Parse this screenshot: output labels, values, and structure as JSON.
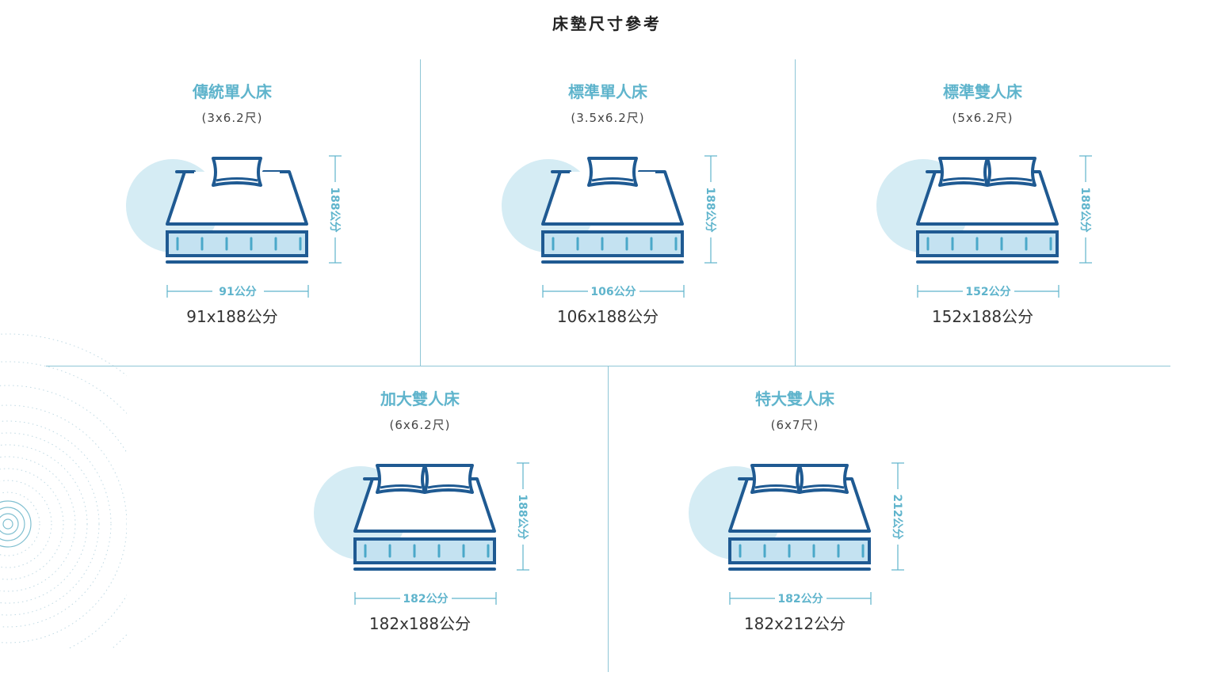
{
  "title": "床墊尺寸參考",
  "colors": {
    "accent": "#5fb4cc",
    "bed_stroke": "#1f5a92",
    "circle": "#d5ecf4",
    "mattress_fill": "#c4e2f1",
    "spring": "#4aa8c9",
    "divider": "#8ec6d6"
  },
  "beds": [
    {
      "name": "傳統單人床",
      "ratio": "(3x6.2尺)",
      "width_label": "91公分",
      "length_label": "188公分",
      "size": "91x188公分",
      "pillows": 1
    },
    {
      "name": "標準單人床",
      "ratio": "(3.5x6.2尺)",
      "width_label": "106公分",
      "length_label": "188公分",
      "size": "106x188公分",
      "pillows": 1
    },
    {
      "name": "標準雙人床",
      "ratio": "(5x6.2尺)",
      "width_label": "152公分",
      "length_label": "188公分",
      "size": "152x188公分",
      "pillows": 2
    },
    {
      "name": "加大雙人床",
      "ratio": "(6x6.2尺)",
      "width_label": "182公分",
      "length_label": "188公分",
      "size": "182x188公分",
      "pillows": 2
    },
    {
      "name": "特大雙人床",
      "ratio": "(6x7尺)",
      "width_label": "182公分",
      "length_label": "212公分",
      "size": "182x212公分",
      "pillows": 2
    }
  ]
}
